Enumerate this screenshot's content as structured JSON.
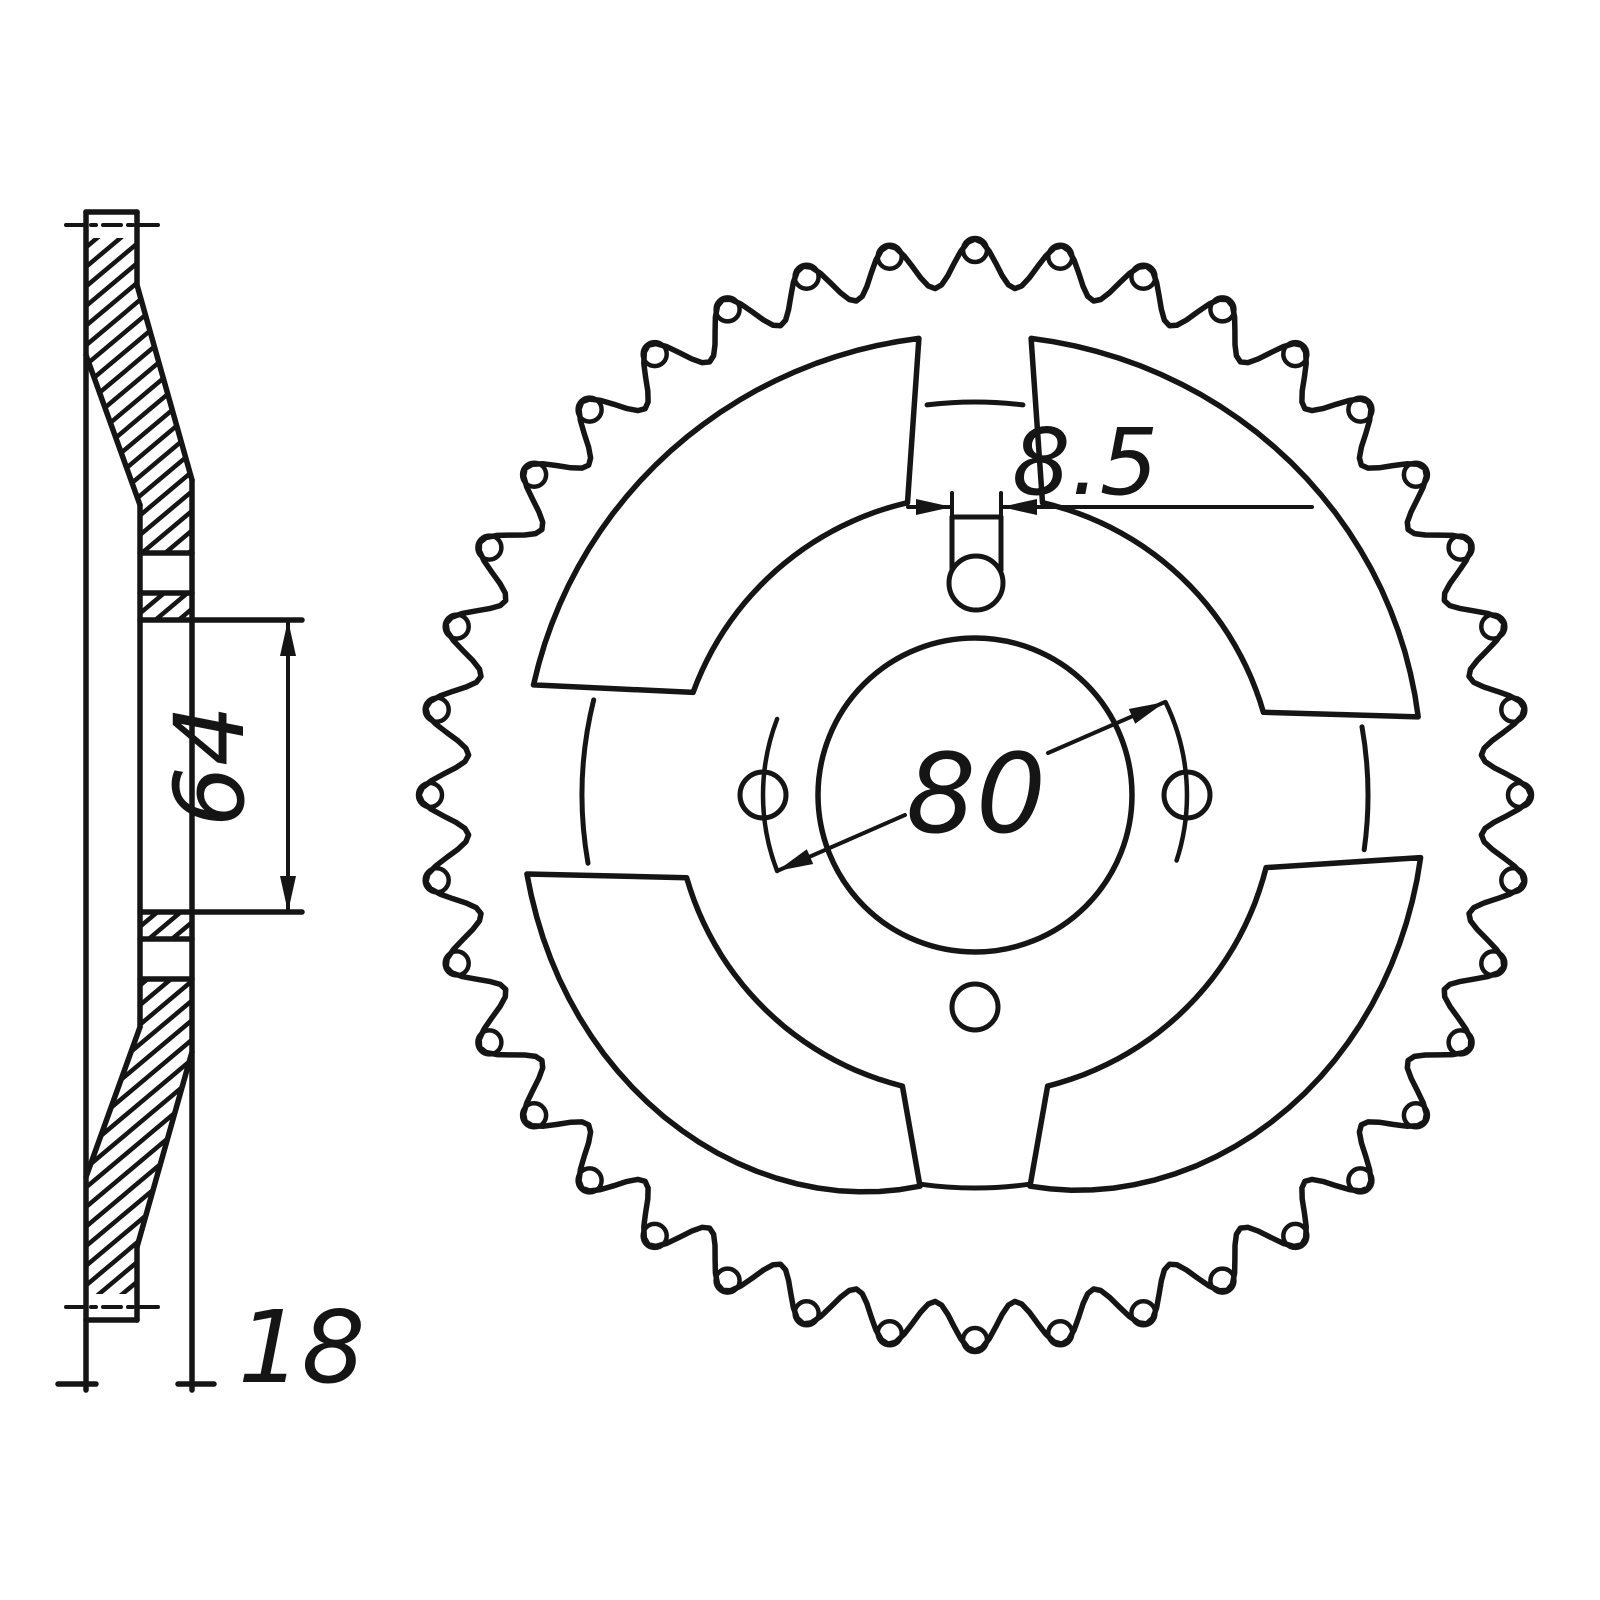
{
  "drawing": {
    "kind": "technical-drawing-rear-sprocket",
    "dimensions": {
      "slot_width": "8.5",
      "bolt_circle_diameter": "80",
      "hub_diameter": "64",
      "thickness": "18"
    },
    "front_view": {
      "teeth_count": 40,
      "kidney_cutouts": 4,
      "bolt_holes": 3,
      "adjuster_slots": 1
    },
    "colors": {
      "ink": "#151515",
      "background": "#ffffff"
    }
  }
}
